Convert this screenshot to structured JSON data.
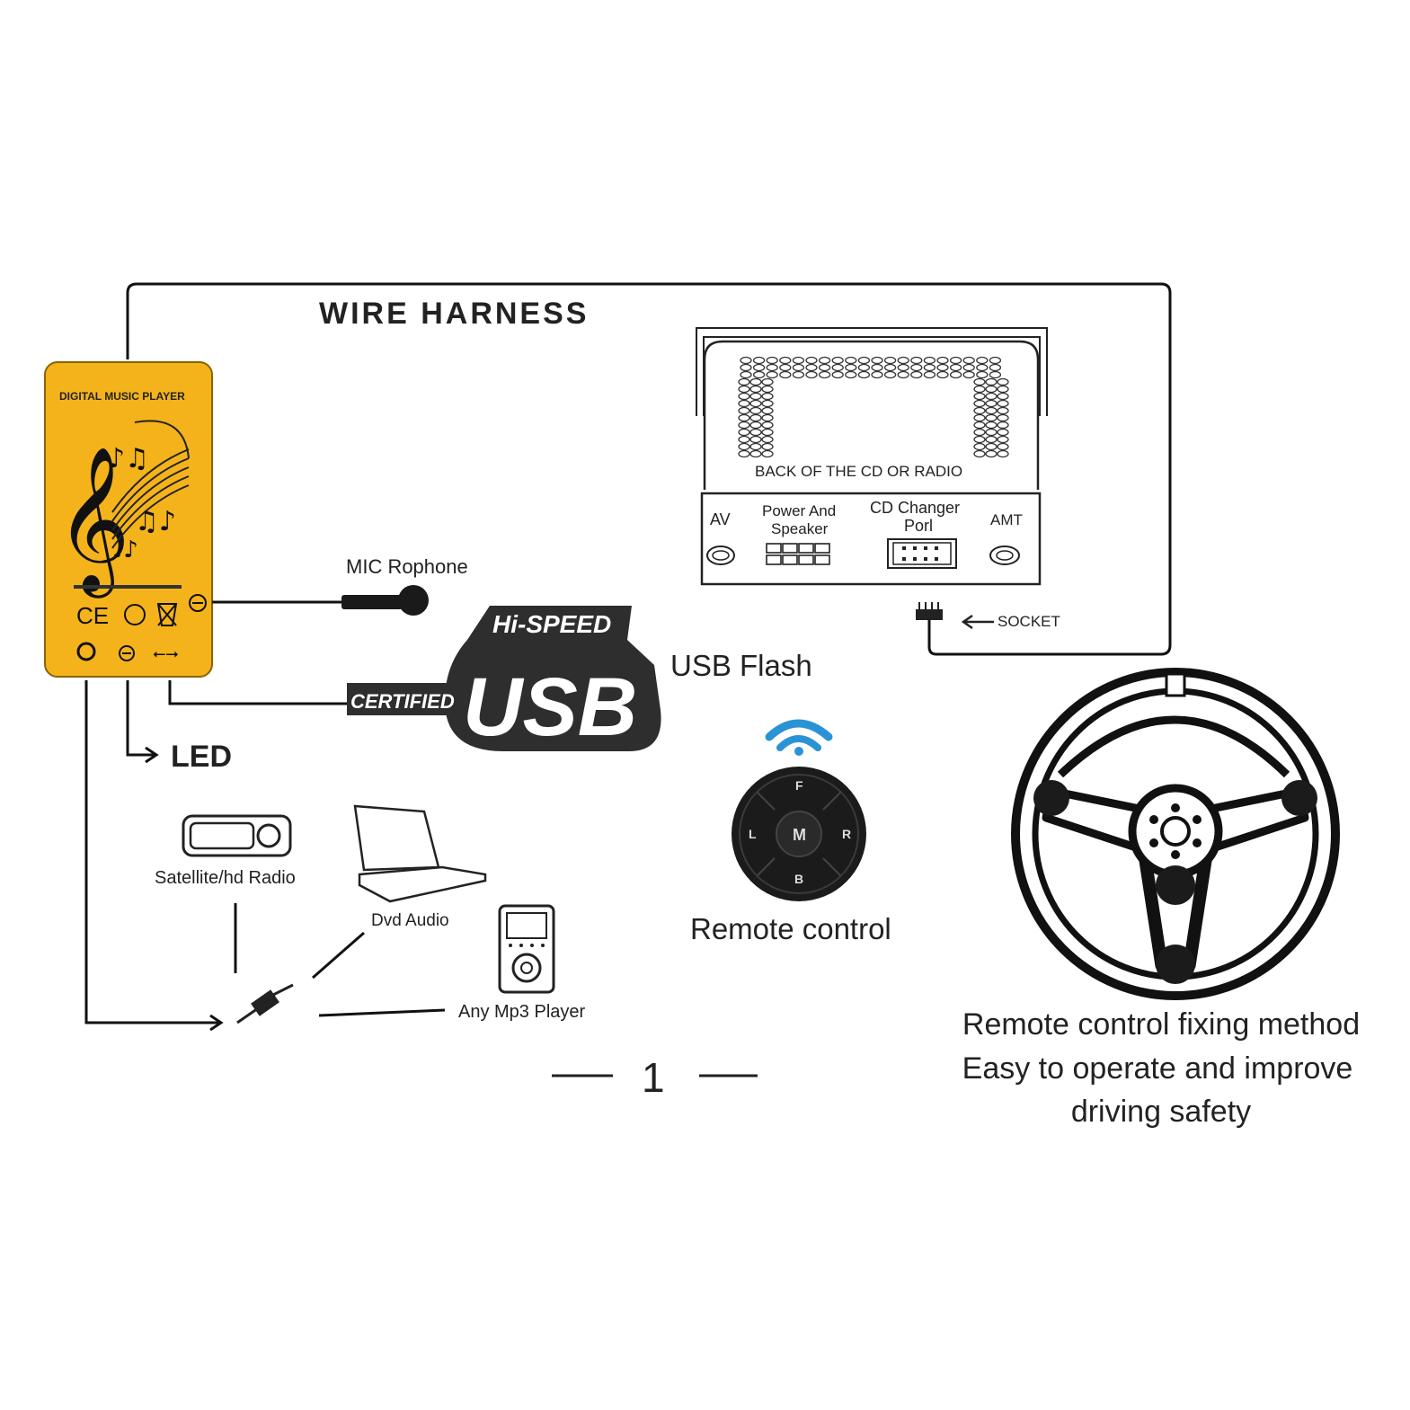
{
  "labels": {
    "wire_harness": "WIRE HARNESS",
    "device_title": "DIGITAL MUSIC PLAYER",
    "device_ce": "CE",
    "mic": "MIC Rophone",
    "hi_speed": "Hi-SPEED",
    "certified": "CERTIFIED",
    "usb": "USB",
    "usb_flash": "USB Flash",
    "led": "LED",
    "back_of_cd": "BACK OF THE CD OR RADIO",
    "port_av": "AV",
    "port_power_1": "Power And",
    "port_power_2": "Speaker",
    "port_cd_1": "CD Changer",
    "port_cd_2": "Porl",
    "port_amt": "AMT",
    "socket": "SOCKET",
    "satellite": "Satellite/hd Radio",
    "dvd": "Dvd Audio",
    "mp3": "Any Mp3 Player",
    "remote_control": "Remote control",
    "remote_btn_f": "F",
    "remote_btn_l": "L",
    "remote_btn_m": "M",
    "remote_btn_r": "R",
    "remote_btn_b": "B",
    "caption_1": "Remote control fixing method",
    "caption_2": "Easy to operate and improve",
    "caption_3": "driving safety",
    "page_number": "1"
  },
  "colors": {
    "device_fill": "#f5b31b",
    "ink": "#111111",
    "wifi_blue": "#2a93d5",
    "remote_dark": "#1b1b1b"
  }
}
